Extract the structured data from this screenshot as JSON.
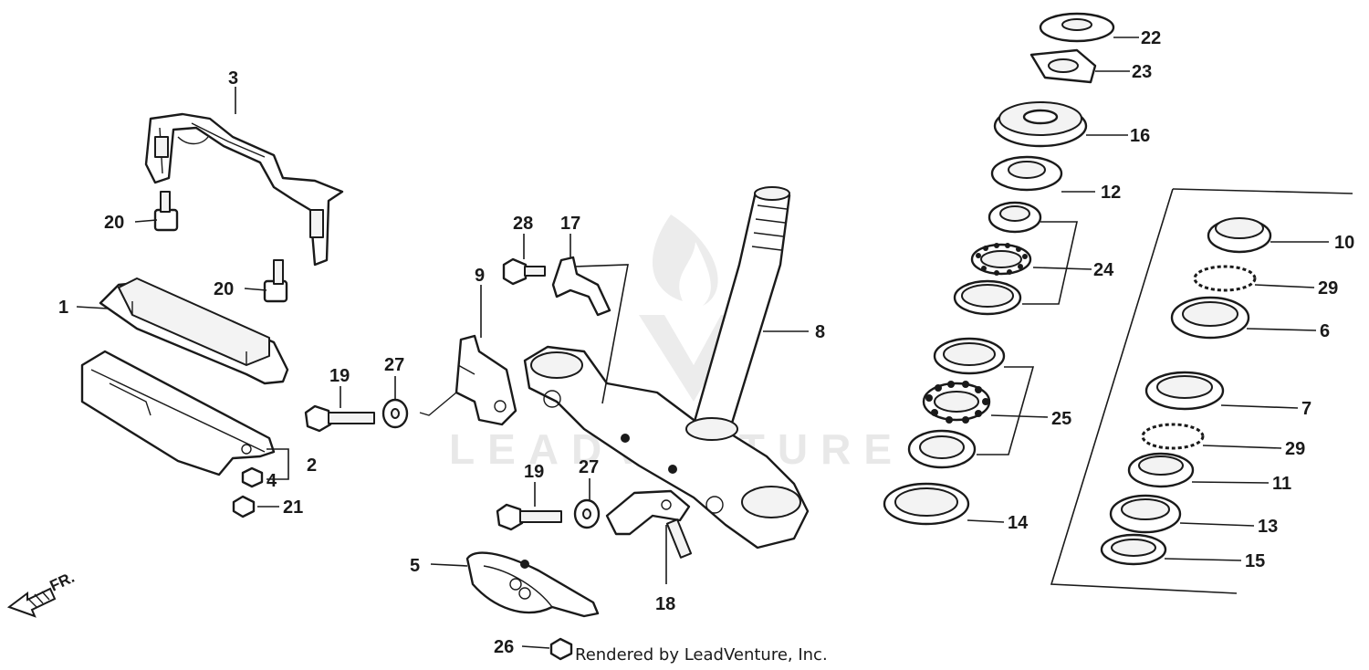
{
  "diagram": {
    "watermark": "LEADVENTURE",
    "credit": "Rendered by LeadVenture, Inc.",
    "direction_label": "FR.",
    "callouts": [
      {
        "id": "c1",
        "label": "1"
      },
      {
        "id": "c2",
        "label": "2"
      },
      {
        "id": "c3",
        "label": "3"
      },
      {
        "id": "c4",
        "label": "4"
      },
      {
        "id": "c5",
        "label": "5"
      },
      {
        "id": "c6",
        "label": "6"
      },
      {
        "id": "c7",
        "label": "7"
      },
      {
        "id": "c8",
        "label": "8"
      },
      {
        "id": "c9",
        "label": "9"
      },
      {
        "id": "c10",
        "label": "10"
      },
      {
        "id": "c11",
        "label": "11"
      },
      {
        "id": "c12",
        "label": "12"
      },
      {
        "id": "c13",
        "label": "13"
      },
      {
        "id": "c14",
        "label": "14"
      },
      {
        "id": "c15",
        "label": "15"
      },
      {
        "id": "c16",
        "label": "16"
      },
      {
        "id": "c17",
        "label": "17"
      },
      {
        "id": "c18",
        "label": "18"
      },
      {
        "id": "c19a",
        "label": "19"
      },
      {
        "id": "c19b",
        "label": "19"
      },
      {
        "id": "c20a",
        "label": "20"
      },
      {
        "id": "c20b",
        "label": "20"
      },
      {
        "id": "c21",
        "label": "21"
      },
      {
        "id": "c22",
        "label": "22"
      },
      {
        "id": "c23",
        "label": "23"
      },
      {
        "id": "c24",
        "label": "24"
      },
      {
        "id": "c25",
        "label": "25"
      },
      {
        "id": "c26",
        "label": "26"
      },
      {
        "id": "c27a",
        "label": "27"
      },
      {
        "id": "c27b",
        "label": "27"
      },
      {
        "id": "c28",
        "label": "28"
      },
      {
        "id": "c29a",
        "label": "29"
      },
      {
        "id": "c29b",
        "label": "29"
      }
    ]
  }
}
